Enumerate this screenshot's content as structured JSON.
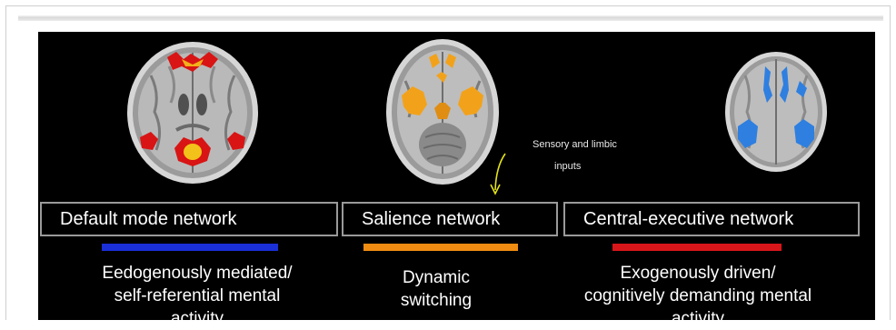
{
  "networks": [
    {
      "label": "Default mode network",
      "bar_color": "#1a2fd6",
      "desc_lines": [
        "Eedogenously mediated/",
        "self-referential mental",
        "activity"
      ]
    },
    {
      "label": "Salience network",
      "bar_color": "#f08c12",
      "desc_lines": [
        "Dynamic",
        "switching"
      ]
    },
    {
      "label": "Central-executive network",
      "bar_color": "#d8161a",
      "desc_lines": [
        "Exogenously driven/",
        "cognitively demanding mental",
        "activity"
      ]
    }
  ],
  "annotation": {
    "line1": "Sensory and limbic",
    "line2": "inputs"
  },
  "colors": {
    "background": "#000000",
    "box_border": "#9a9a9a",
    "arrow": "#e3e31a",
    "dmn_activation": "#d81414",
    "salience_activation": "#f2a21a",
    "cen_activation": "#2e7fe0"
  },
  "icons": [
    "brain-scan-default-mode",
    "brain-scan-salience",
    "brain-scan-central-executive",
    "arrow-icon"
  ]
}
